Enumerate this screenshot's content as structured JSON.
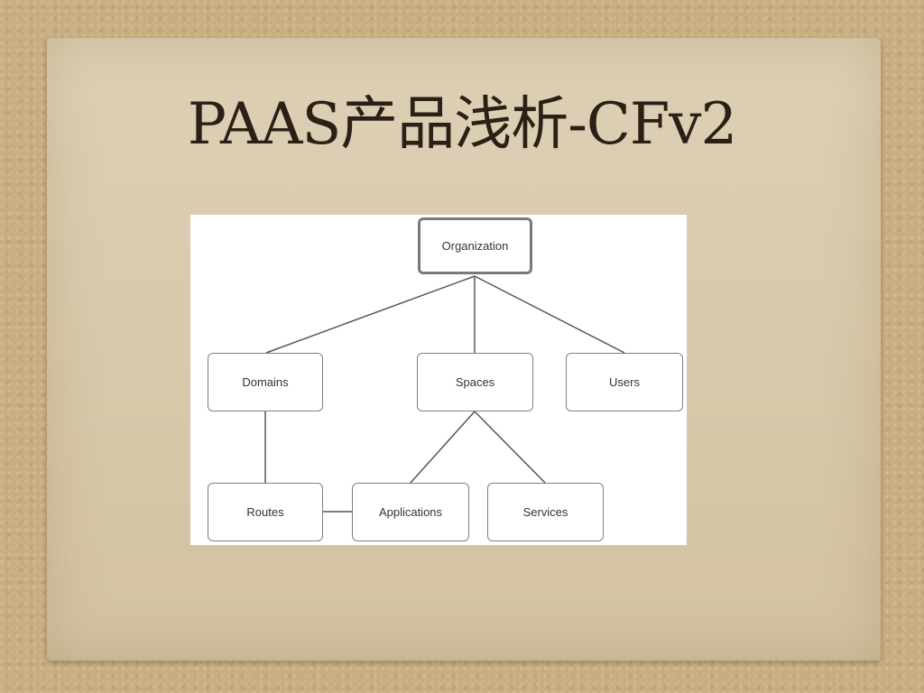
{
  "slide": {
    "title": "PAAS产品浅析-CFv2"
  },
  "diagram": {
    "nodes": {
      "organization": "Organization",
      "domains": "Domains",
      "spaces": "Spaces",
      "users": "Users",
      "routes": "Routes",
      "applications": "Applications",
      "services": "Services"
    },
    "edges": [
      [
        "Organization",
        "Domains"
      ],
      [
        "Organization",
        "Spaces"
      ],
      [
        "Organization",
        "Users"
      ],
      [
        "Domains",
        "Routes"
      ],
      [
        "Spaces",
        "Applications"
      ],
      [
        "Spaces",
        "Services"
      ],
      [
        "Routes",
        "Applications"
      ]
    ]
  }
}
